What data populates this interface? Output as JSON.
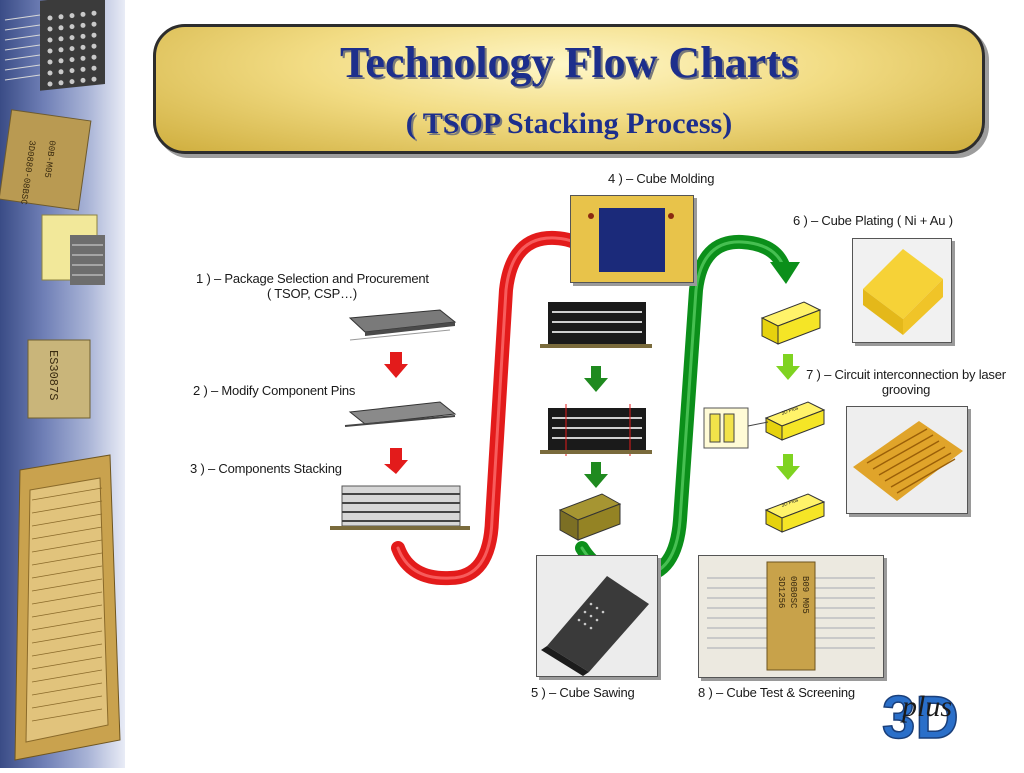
{
  "header": {
    "title": "Technology Flow Charts",
    "subtitle_emphasis": "( TSOP",
    "subtitle_rest": " Stacking Process)"
  },
  "steps": [
    {
      "label_line1": "1 ) – Package Selection and Procurement",
      "label_line2": "( TSOP, CSP…)"
    },
    {
      "label_line1": "2 ) – Modify Component Pins"
    },
    {
      "label_line1": "3 ) – Components Stacking"
    },
    {
      "label_line1": "4 ) – Cube Molding"
    },
    {
      "label_line1": "5 ) – Cube Sawing"
    },
    {
      "label_line1": "6 ) – Cube Plating ( Ni + Au )"
    },
    {
      "label_line1": "7 ) – Circuit interconnection by laser",
      "label_line2": "grooving"
    },
    {
      "label_line1": "8 ) – Cube Test & Screening"
    }
  ],
  "chip_markings": {
    "side_chip_1": "ES3087S",
    "side_chip_2": "3D0880-08BSC",
    "side_chip_3": "00B-M05",
    "test_cube_1": "3D1256",
    "test_cube_2": "00B0SC",
    "test_cube_3": "B09 M05",
    "small_cube_a": "3D Plus",
    "small_cube_b": "3D Plus"
  },
  "logo": {
    "text": "plus",
    "glyph": "3D"
  },
  "colors": {
    "title_blue": "#1d2f8c",
    "red_arrow": "#e31b1b",
    "green_arrow": "#0b8f1a",
    "light_green_arrow": "#7fd321",
    "cube_yellow": "#f5ef2a",
    "panel_gold": "#e8c966"
  }
}
